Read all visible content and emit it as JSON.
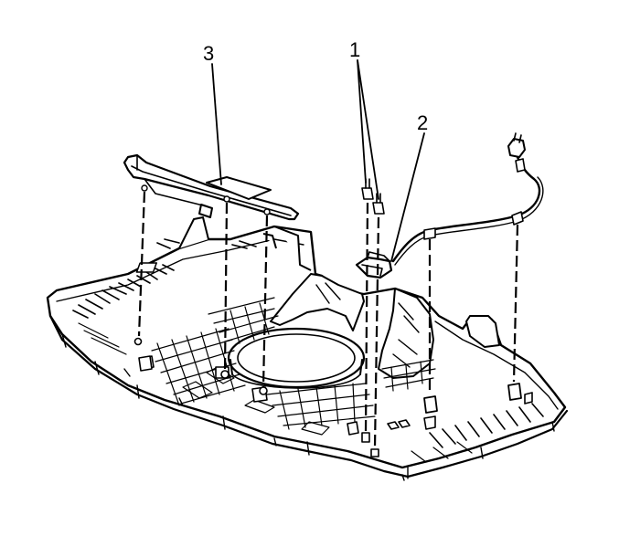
{
  "colors": {
    "ink": "#000000",
    "paper": "#ffffff",
    "shade": "#cfcfcf"
  },
  "callouts": [
    {
      "id": "callout-3",
      "label": "3"
    },
    {
      "id": "callout-1",
      "label": "1"
    },
    {
      "id": "callout-2",
      "label": "2"
    }
  ]
}
